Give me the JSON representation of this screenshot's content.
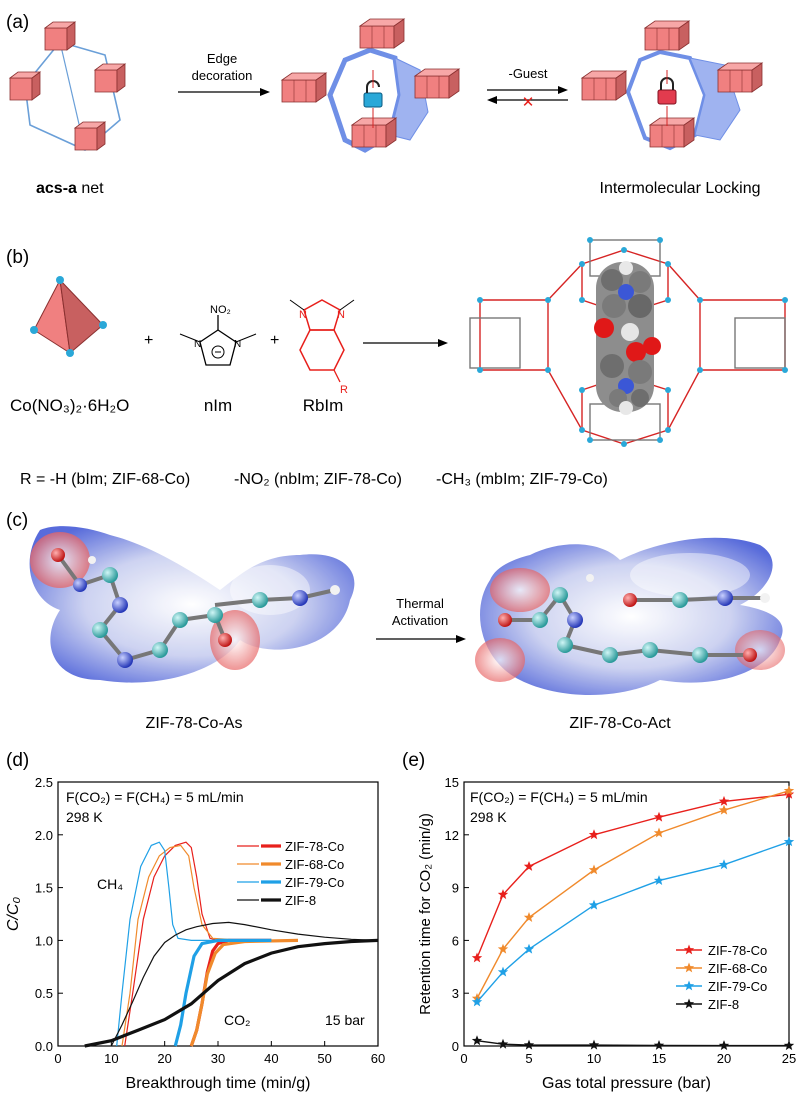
{
  "panel_labels": {
    "a": "(a)",
    "b": "(b)",
    "c": "(c)",
    "d": "(d)",
    "e": "(e)"
  },
  "panel_a": {
    "arrow1_text": [
      "Edge",
      "decoration"
    ],
    "arrow2_text": "-Guest",
    "cross_mark": "✕",
    "net_bold": "acs-a",
    "net_rest": " net",
    "right_caption": "Intermolecular Locking"
  },
  "panel_b": {
    "salt": "Co(NO₃)₂·6H₂O",
    "nim_group": "NO₂",
    "nim_label": "nIm",
    "rbim_label": "RbIm",
    "r_atom": "R",
    "n_atom": "N",
    "plus": "+",
    "r_line_parts": [
      "R = -H (bIm; ZIF-68-Co)",
      "-NO₂ (nbIm; ZIF-78-Co)",
      "-CH₃ (mbIm; ZIF-79-Co)"
    ]
  },
  "panel_c": {
    "left_label": "ZIF-78-Co-As",
    "right_label": "ZIF-78-Co-Act",
    "arrow_text": [
      "Thermal",
      "Activation"
    ]
  },
  "colors": {
    "zif78": "#e8201c",
    "zif68": "#f08a2c",
    "zif79": "#1fa0e6",
    "zif8": "#111111",
    "sbu": "#f08080",
    "linker_blue": "#6f8fe6",
    "lock_blue": "#2aa8d8",
    "lock_red": "#e23b4e",
    "frame_red": "#d62424",
    "frame_grey": "#777777"
  },
  "chart_data": [
    {
      "type": "line",
      "xlabel": "Breakthrough time (min/g)",
      "ylabel": "C/C₀",
      "xlim": [
        0,
        60
      ],
      "ylim": [
        0,
        2.5
      ],
      "xticks": [
        0,
        10,
        20,
        30,
        40,
        50,
        60
      ],
      "yticks": [
        0.0,
        0.5,
        1.0,
        1.5,
        2.0,
        2.5
      ],
      "condition_lines": [
        "F(CO₂) = F(CH₄) = 5 mL/min",
        "298 K"
      ],
      "annotations": {
        "ch4": "CH₄",
        "co2": "CO₂",
        "pressure": "15 bar"
      },
      "legend_position": "top-right",
      "series": [
        {
          "name": "ZIF-78-Co",
          "ch4": [
            [
              12.5,
              0
            ],
            [
              14,
              0.5
            ],
            [
              16,
              1.2
            ],
            [
              18,
              1.6
            ],
            [
              20,
              1.8
            ],
            [
              22,
              1.9
            ],
            [
              24,
              1.93
            ],
            [
              25,
              1.88
            ],
            [
              26,
              1.6
            ],
            [
              27,
              1.25
            ],
            [
              28.5,
              1.02
            ],
            [
              30,
              1.0
            ],
            [
              40,
              1.0
            ]
          ],
          "co2": [
            [
              25,
              0
            ],
            [
              26,
              0.15
            ],
            [
              27,
              0.4
            ],
            [
              28,
              0.7
            ],
            [
              29,
              0.9
            ],
            [
              30,
              0.97
            ],
            [
              32,
              1.0
            ],
            [
              40,
              1.0
            ]
          ]
        },
        {
          "name": "ZIF-68-Co",
          "ch4": [
            [
              12,
              0
            ],
            [
              13.5,
              0.5
            ],
            [
              15,
              1.2
            ],
            [
              17,
              1.6
            ],
            [
              19,
              1.8
            ],
            [
              21,
              1.88
            ],
            [
              23,
              1.9
            ],
            [
              24.5,
              1.8
            ],
            [
              25.5,
              1.5
            ],
            [
              27,
              1.15
            ],
            [
              29,
              1.02
            ],
            [
              35,
              1.0
            ],
            [
              45,
              1.0
            ]
          ],
          "co2": [
            [
              25,
              0
            ],
            [
              26,
              0.15
            ],
            [
              27,
              0.4
            ],
            [
              28,
              0.68
            ],
            [
              29.5,
              0.88
            ],
            [
              31,
              0.96
            ],
            [
              35,
              0.99
            ],
            [
              45,
              1.0
            ]
          ]
        },
        {
          "name": "ZIF-79-Co",
          "ch4": [
            [
              11,
              0
            ],
            [
              12,
              0.5
            ],
            [
              13.5,
              1.2
            ],
            [
              15.5,
              1.7
            ],
            [
              17.5,
              1.9
            ],
            [
              19,
              1.93
            ],
            [
              20,
              1.85
            ],
            [
              20.8,
              1.5
            ],
            [
              21.5,
              1.15
            ],
            [
              22.5,
              1.02
            ],
            [
              25,
              1.0
            ],
            [
              40,
              1.0
            ]
          ],
          "co2": [
            [
              22,
              0
            ],
            [
              23,
              0.2
            ],
            [
              24,
              0.5
            ],
            [
              25.5,
              0.85
            ],
            [
              27,
              0.97
            ],
            [
              30,
              1.0
            ],
            [
              40,
              1.0
            ]
          ]
        },
        {
          "name": "ZIF-8",
          "ch4": [
            [
              10,
              0
            ],
            [
              12,
              0.2
            ],
            [
              14,
              0.42
            ],
            [
              16,
              0.65
            ],
            [
              18,
              0.85
            ],
            [
              20,
              0.98
            ],
            [
              22,
              1.05
            ],
            [
              24,
              1.1
            ],
            [
              26,
              1.13
            ],
            [
              29,
              1.16
            ],
            [
              32,
              1.17
            ],
            [
              35,
              1.15
            ],
            [
              40,
              1.1
            ],
            [
              45,
              1.06
            ],
            [
              50,
              1.03
            ],
            [
              55,
              1.01
            ],
            [
              60,
              1.0
            ]
          ],
          "co2": [
            [
              5,
              0
            ],
            [
              10,
              0.05
            ],
            [
              15,
              0.15
            ],
            [
              20,
              0.25
            ],
            [
              25,
              0.4
            ],
            [
              30,
              0.62
            ],
            [
              35,
              0.78
            ],
            [
              40,
              0.88
            ],
            [
              45,
              0.94
            ],
            [
              50,
              0.97
            ],
            [
              55,
              0.99
            ],
            [
              60,
              1.0
            ]
          ]
        }
      ]
    },
    {
      "type": "line",
      "xlabel": "Gas total pressure (bar)",
      "ylabel": "Retention time for CO₂ (min/g)",
      "xlim": [
        0,
        25
      ],
      "ylim": [
        0,
        15
      ],
      "xticks": [
        0,
        5,
        10,
        15,
        20,
        25
      ],
      "yticks": [
        0,
        3,
        6,
        9,
        12,
        15
      ],
      "condition_lines": [
        "F(CO₂) = F(CH₄) = 5 mL/min",
        "298 K"
      ],
      "legend_position": "bottom-right",
      "marker": "star",
      "series": [
        {
          "name": "ZIF-78-Co",
          "x": [
            1,
            3,
            5,
            10,
            15,
            20,
            25
          ],
          "y": [
            5.0,
            8.6,
            10.2,
            12.0,
            13.0,
            13.9,
            14.3
          ]
        },
        {
          "name": "ZIF-68-Co",
          "x": [
            1,
            3,
            5,
            10,
            15,
            20,
            25
          ],
          "y": [
            2.7,
            5.5,
            7.3,
            10.0,
            12.1,
            13.4,
            14.5
          ]
        },
        {
          "name": "ZIF-79-Co",
          "x": [
            1,
            3,
            5,
            10,
            15,
            20,
            25
          ],
          "y": [
            2.5,
            4.2,
            5.5,
            8.0,
            9.4,
            10.3,
            11.6
          ]
        },
        {
          "name": "ZIF-8",
          "x": [
            1,
            3,
            5,
            10,
            15,
            20,
            25
          ],
          "y": [
            0.3,
            0.1,
            0.05,
            0.05,
            0.03,
            0.02,
            0.02
          ]
        }
      ]
    }
  ]
}
